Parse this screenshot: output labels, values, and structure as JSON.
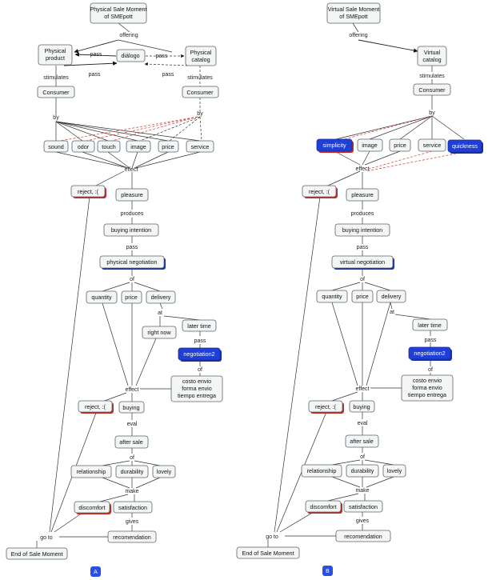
{
  "panel_a": {
    "badge": "A",
    "nodes": {
      "title": [
        "Physical Sale Moment",
        "of SMEpott"
      ],
      "physical_product": [
        "Physical",
        "product"
      ],
      "dialogo": "diálogo",
      "physical_catalog": [
        "Physical",
        "catalog"
      ],
      "consumer_left": "Consumer",
      "consumer_right": "Consumer",
      "sound": "sound",
      "odor": "odor",
      "touch": "touch",
      "image": "image",
      "price": "price",
      "service": "service",
      "reject1": "reject, :(",
      "pleasure": "pleasure",
      "buying_intention": "buying intention",
      "negotiation": "physical negotiation",
      "quantity": "quantity",
      "price2": "price",
      "delivery": "delivery",
      "right_now": "right now",
      "later_time": "later time",
      "negotiation2": "negotiation2",
      "costo": [
        "costo envio",
        "forma envio",
        "tiempo entrega"
      ],
      "reject2": "reject, :(",
      "buying": "buying",
      "after_sale": "after sale",
      "relationship": "relationship",
      "durability": "durability",
      "lovely": "lovely",
      "discomfort": "discomfort",
      "satisfaction": "satisfaction",
      "recomendation": "recomendation",
      "end": "End of Sale Moment"
    },
    "links": {
      "offering": "offering",
      "pass1": "pass",
      "pass2": "pass",
      "pass3": "pass",
      "pass4": "pass",
      "stimulates_left": "stimulates",
      "stimulates_right": "stimulates",
      "by_left": "by",
      "by_right": "by",
      "effect1": "effect",
      "produces": "produces",
      "pass5": "pass",
      "of1": "of",
      "at": "at",
      "pass6": "pass",
      "of2": "of",
      "effect2": "effect",
      "eval": "eval",
      "of3": "of",
      "make": "make",
      "gives": "gives",
      "go_to": "go to"
    }
  },
  "panel_b": {
    "badge": "B",
    "nodes": {
      "title": [
        "Virtual Sale Moment",
        "of SMEpott"
      ],
      "virtual_catalog": [
        "Virtual",
        "catalog"
      ],
      "consumer": "Consumer",
      "simplicity": "simplicity",
      "image": "image",
      "price": "price",
      "service": "service",
      "quickness": "quickness",
      "reject1": "reject, :(",
      "pleasure": "pleasure",
      "buying_intention": "buying intention",
      "negotiation": "virtual negotiation",
      "quantity": "quantity",
      "price2": "price",
      "delivery": "delivery",
      "later_time": "later time",
      "negotiation2": "negotiation2",
      "costo": [
        "costo envio",
        "forma envio",
        "tiempo entrega"
      ],
      "reject2": "reject, :(",
      "buying": "buying",
      "after_sale": "after sale",
      "relationship": "relationship",
      "durability": "durability",
      "lovely": "lovely",
      "discomfort": "discomfort",
      "satisfaction": "satisfaction",
      "recomendation": "recomendation",
      "end": "End of Sale Moment"
    },
    "links": {
      "offering": "offering",
      "stimulates": "stimulates",
      "by": "by",
      "effect1": "effect",
      "produces": "produces",
      "pass5": "pass",
      "of1": "of",
      "at": "at",
      "pass6": "pass",
      "of2": "of",
      "effect2": "effect",
      "eval": "eval",
      "of3": "of",
      "make": "make",
      "gives": "gives",
      "go_to": "go to"
    }
  },
  "colors": {
    "highlight_blue": "#1f3fd6",
    "highlight_red": "#c8281e",
    "node_fill": "#f4f6f6"
  }
}
